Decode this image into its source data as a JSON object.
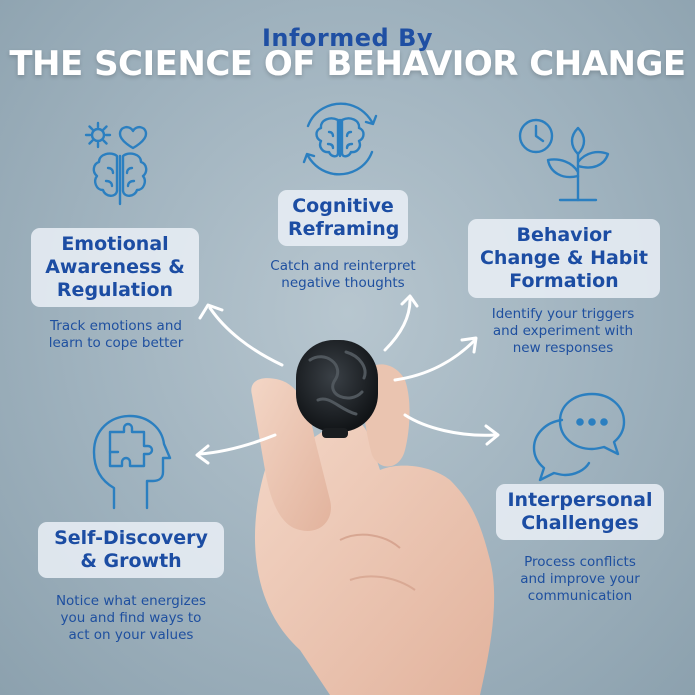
{
  "header": {
    "pretitle": "Informed By",
    "title": "THE SCIENCE OF BEHAVIOR CHANGE"
  },
  "topics": {
    "emotional": {
      "label_line1": "Emotional",
      "label_line2": "Awareness &",
      "label_line3": "Regulation",
      "desc_line1": "Track emotions and",
      "desc_line2": "learn to cope better",
      "icon": "brain-gear-heart-icon"
    },
    "cognitive": {
      "label_line1": "Cognitive",
      "label_line2": "Reframing",
      "desc_line1": "Catch and reinterpret",
      "desc_line2": "negative thoughts",
      "icon": "brain-cycle-icon"
    },
    "behavior": {
      "label_line1": "Behavior",
      "label_line2": "Change & Habit",
      "label_line3": "Formation",
      "desc_line1": "Identify your triggers",
      "desc_line2": "and experiment with",
      "desc_line3": "new responses",
      "icon": "clock-sprout-icon"
    },
    "selfdiscovery": {
      "label_line1": "Self-Discovery",
      "label_line2": "& Growth",
      "desc_line1": "Notice what energizes",
      "desc_line2": "you and find ways to",
      "desc_line3": "act on your values",
      "icon": "puzzle-head-icon"
    },
    "interpersonal": {
      "label_line1": "Interpersonal",
      "label_line2": "Challenges",
      "desc_line1": "Process conflicts",
      "desc_line2": "and improve your",
      "desc_line3": "communication",
      "icon": "chat-bubbles-icon"
    }
  },
  "colors": {
    "accent": "#1c4da3",
    "icon_stroke": "#2b7fc0",
    "label_bg": "#e8eef5"
  }
}
